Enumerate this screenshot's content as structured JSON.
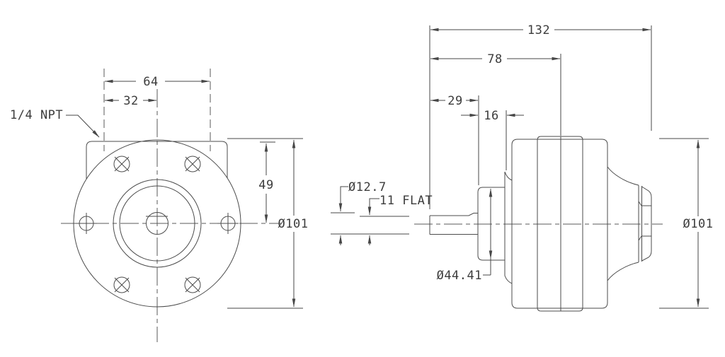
{
  "drawing": {
    "kind": "technical-dimension-drawing",
    "style": {
      "line_color": "#4b4b4b",
      "text_color": "#3c3c3c",
      "background": "#ffffff"
    },
    "front_view": {
      "port_label": "1/4 NPT",
      "dim_bolt_spacing": "64",
      "dim_bolt_half_spacing": "32",
      "dim_center_height": "49",
      "dim_flange_diameter": "Ø101"
    },
    "side_view": {
      "dim_overall_length": "132",
      "dim_body_length": "78",
      "dim_shaft_length": "29",
      "dim_hub_length": "16",
      "dim_shaft_diameter": "Ø12.7",
      "dim_shaft_flat": "11 FLAT",
      "dim_hub_diameter": "Ø44.41",
      "dim_body_diameter": "Ø101"
    }
  }
}
